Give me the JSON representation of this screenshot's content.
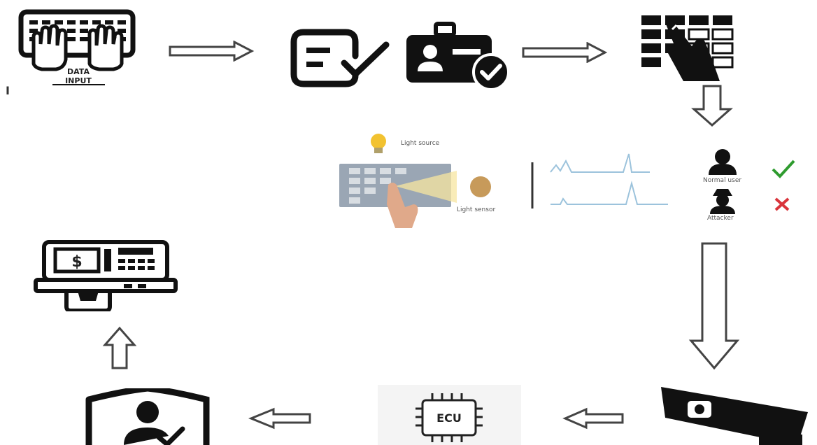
{
  "nodes": {
    "keyboard": {
      "label_line1": "DATA",
      "label_line2": "INPUT",
      "icon": "keyboard-hands-icon"
    },
    "verify": {
      "icon": "form-checklist-icon",
      "icon2": "id-card-check-icon"
    },
    "keypad": {
      "icon": "hand-keypad-icon"
    },
    "sensor_panel": {
      "light_source_label": "Light source",
      "light_sensor_label": "Light sensor",
      "normal_user_label": "Normal user",
      "attacker_label": "Attacker",
      "icons": [
        "bulb-icon",
        "keypad-hand-icon",
        "sensor-disc-icon",
        "user-icon",
        "hacker-icon",
        "check-icon",
        "cross-icon"
      ]
    },
    "camera": {
      "icon": "cctv-camera-icon"
    },
    "ecu": {
      "label": "ECU",
      "icon": "ecu-chip-icon"
    },
    "shield_user": {
      "icon": "shield-user-check-icon"
    },
    "atm": {
      "currency": "$",
      "icon": "atm-machine-icon"
    },
    "stray_mark": "I"
  },
  "colors": {
    "icon": "#111111",
    "arrow_outline": "#444444",
    "check": "#2e9b2e",
    "cross": "#d9343b",
    "bulb": "#f2c230",
    "waveform": "#9cc3dc"
  }
}
